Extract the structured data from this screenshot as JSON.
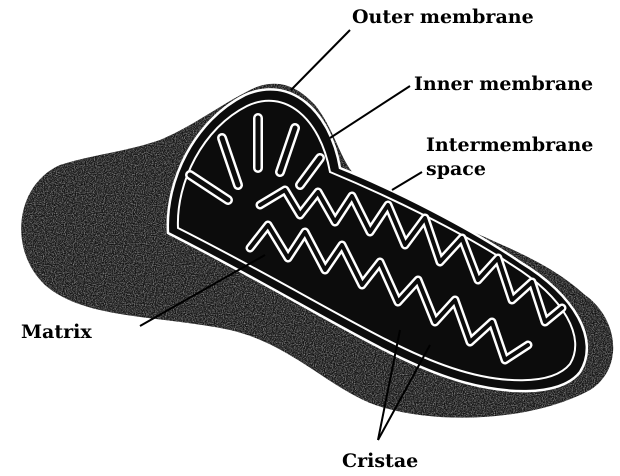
{
  "labels": {
    "outer_membrane": "Outer membrane",
    "inner_membrane": "Inner membrane",
    "intermembrane_line1": "Intermembrane",
    "intermembrane_line2": "space",
    "matrix": "Matrix",
    "cristae": "Cristae"
  },
  "colors": {
    "body": "#141414",
    "membrane": "#ffffff",
    "background": "#ffffff",
    "text": "#000000"
  }
}
